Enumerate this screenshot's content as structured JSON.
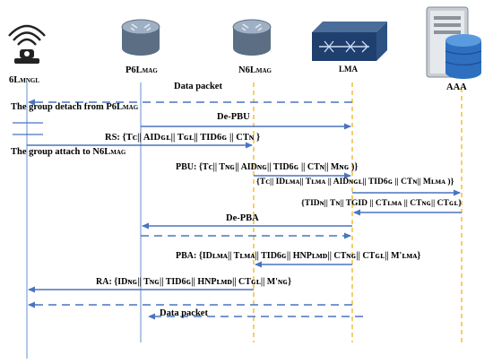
{
  "entities": [
    {
      "id": "mn",
      "name": "6L",
      "sub": "MNGL",
      "icon": "wifi-sensor-icon"
    },
    {
      "id": "p6lmag",
      "name": "P6L",
      "sub": "MAG",
      "icon": "router-icon"
    },
    {
      "id": "n6lmag",
      "name": "N6L",
      "sub": "MAG",
      "icon": "router-icon"
    },
    {
      "id": "lma",
      "name": "LMA",
      "sub": "",
      "icon": "switch-icon"
    },
    {
      "id": "aaa",
      "name": "AAA",
      "sub": "",
      "icon": "server-database-icon"
    }
  ],
  "labels": {
    "data_packet_1": "Data packet",
    "group_detach": "The group  detach from P6L",
    "group_detach_sub": "MAG",
    "de_pbu": "De-PBU",
    "group_attach": "The group attach to N6L",
    "group_attach_sub": "MAG",
    "de_pba": "De-PBA",
    "data_packet_2": "Data packet"
  },
  "messages": {
    "rs": "RS: {Tᴄ|| AIDɢʟ|| Tɢʟ|| TID6ɢ || CTɴ }",
    "pbu": "PBU: {Tᴄ|| Tɴɢ|| AIDɴɢ|| TID6ɢ || CTɴ|| Mɴɢ )}",
    "lma_to_aaa": "{Tᴄ|| IDʟᴍᴀ|| Tʟᴍᴀ || AIDɴɢʟ|| TID6ɢ || CTɴ|| Mʟᴍᴀ )}",
    "aaa_to_lma": "{TIDɴ|| Tɴ|| TGID || CTʟᴍᴀ || CTɴɢ|| CTɢʟ}",
    "pba": "PBA: {IDʟᴍᴀ|| Tʟᴍᴀ|| TID6ɢ|| HNPʟᴍᴅ|| CTɴɢ|| CTɢʟ|| M'ʟᴍᴀ}",
    "ra": "RA: {IDɴɢ|| Tɴɢ|| TID6ɢ|| HNPʟᴍᴅ||  CTɢʟ|| M'ɴɢ}"
  },
  "colors": {
    "arrow": "#4a74c0",
    "lifeline": "#8aa9d8",
    "lifeline_highlight": "#f2c24a",
    "text": "#000000"
  }
}
